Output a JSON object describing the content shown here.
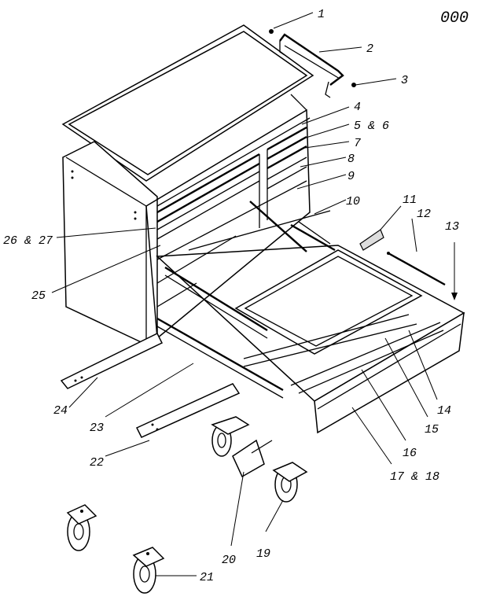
{
  "diagram_code": "000",
  "callouts": [
    {
      "id": "1",
      "text": "1"
    },
    {
      "id": "2",
      "text": "2"
    },
    {
      "id": "3",
      "text": "3"
    },
    {
      "id": "4",
      "text": "4"
    },
    {
      "id": "5-6",
      "text": "5 & 6"
    },
    {
      "id": "7",
      "text": "7"
    },
    {
      "id": "8",
      "text": "8"
    },
    {
      "id": "9",
      "text": "9"
    },
    {
      "id": "10",
      "text": "10"
    },
    {
      "id": "11",
      "text": "11"
    },
    {
      "id": "12",
      "text": "12"
    },
    {
      "id": "13",
      "text": "13"
    },
    {
      "id": "14",
      "text": "14"
    },
    {
      "id": "15",
      "text": "15"
    },
    {
      "id": "16",
      "text": "16"
    },
    {
      "id": "17-18",
      "text": "17 & 18"
    },
    {
      "id": "19",
      "text": "19"
    },
    {
      "id": "20",
      "text": "20"
    },
    {
      "id": "21",
      "text": "21"
    },
    {
      "id": "22",
      "text": "22"
    },
    {
      "id": "23",
      "text": "23"
    },
    {
      "id": "24",
      "text": "24"
    },
    {
      "id": "25",
      "text": "25"
    },
    {
      "id": "26-27",
      "text": "26 & 27"
    }
  ]
}
